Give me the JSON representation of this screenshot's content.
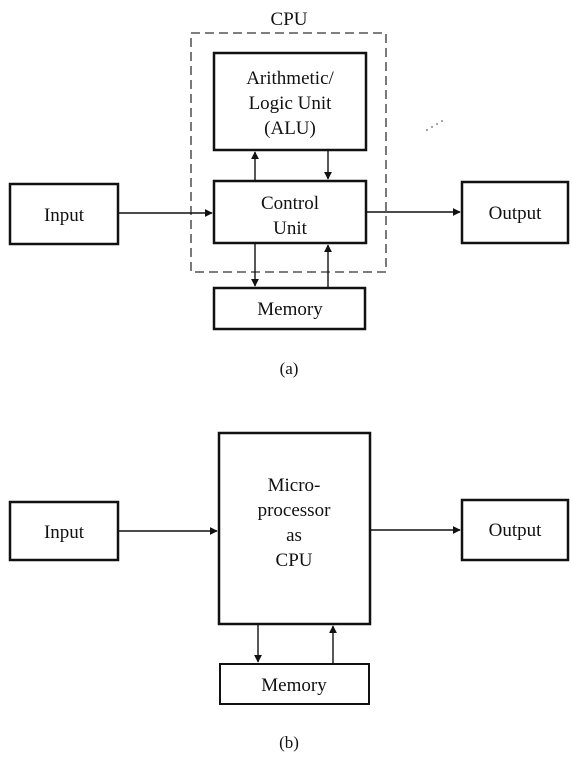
{
  "diagram_a": {
    "cpu_label": "CPU",
    "alu": {
      "lines": [
        "Arithmetic/",
        "Logic Unit",
        "(ALU)"
      ]
    },
    "control_unit": {
      "lines": [
        "Control",
        "Unit"
      ]
    },
    "input": "Input",
    "output": "Output",
    "memory": "Memory",
    "caption": "(a)"
  },
  "diagram_b": {
    "microprocessor": {
      "lines": [
        "Micro-",
        "processor",
        "as",
        "CPU"
      ]
    },
    "input": "Input",
    "output": "Output",
    "memory": "Memory",
    "caption": "(b)"
  },
  "colors": {
    "ink": "#111111",
    "background": "#ffffff"
  }
}
